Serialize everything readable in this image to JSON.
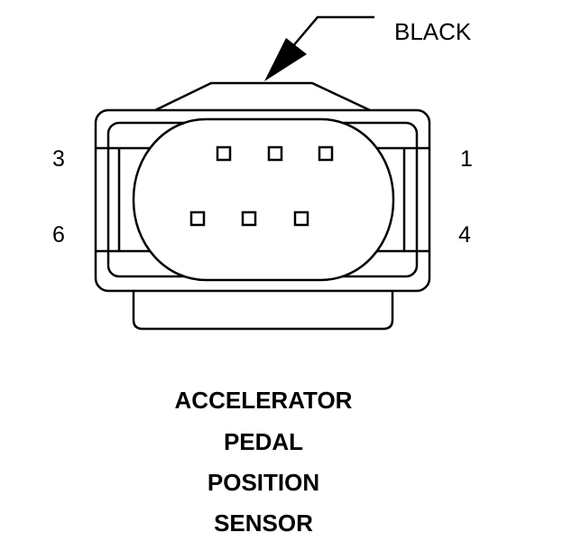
{
  "connector": {
    "color_label": "BLACK",
    "pin_labels": {
      "top_left": "3",
      "bottom_left": "6",
      "top_right": "1",
      "bottom_right": "4"
    },
    "title_lines": [
      "ACCELERATOR",
      "PEDAL",
      "POSITION",
      "SENSOR"
    ],
    "pin_cavities_top_row": 3,
    "pin_cavities_bottom_row": 3
  }
}
